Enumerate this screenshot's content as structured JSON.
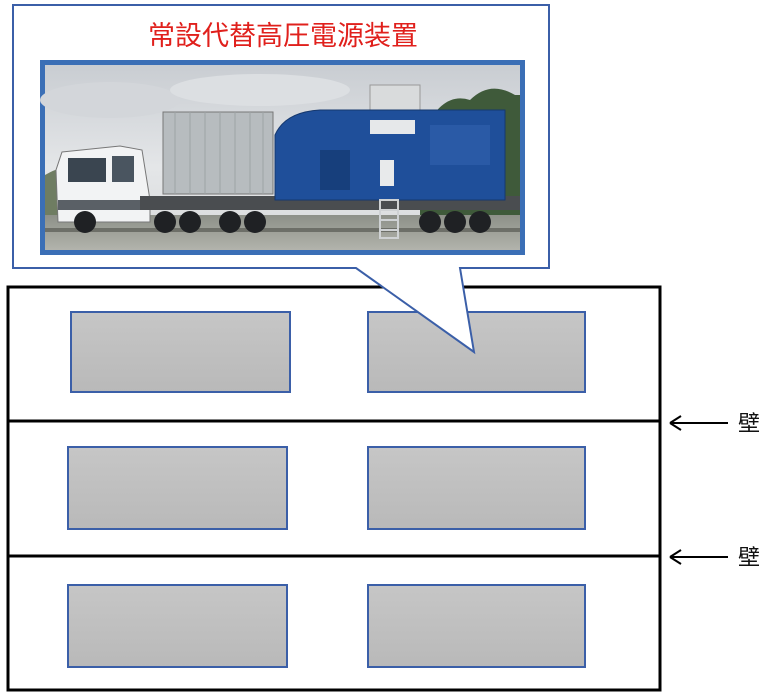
{
  "callout": {
    "title": "常設代替高圧電源装置",
    "photo_icon": "truck-mounted-generator-photo",
    "title_color": "#e0201c",
    "photo_frame_color": "#3b6fb6"
  },
  "building": {
    "zones": 3,
    "units_per_zone": 2,
    "unit_fill": "#bfbfbf",
    "unit_border": "#3b5fa8",
    "wall_color": "#000000"
  },
  "walls": [
    {
      "label": "壁",
      "arrow_icon": "left-arrow-icon"
    },
    {
      "label": "壁",
      "arrow_icon": "left-arrow-icon"
    }
  ]
}
